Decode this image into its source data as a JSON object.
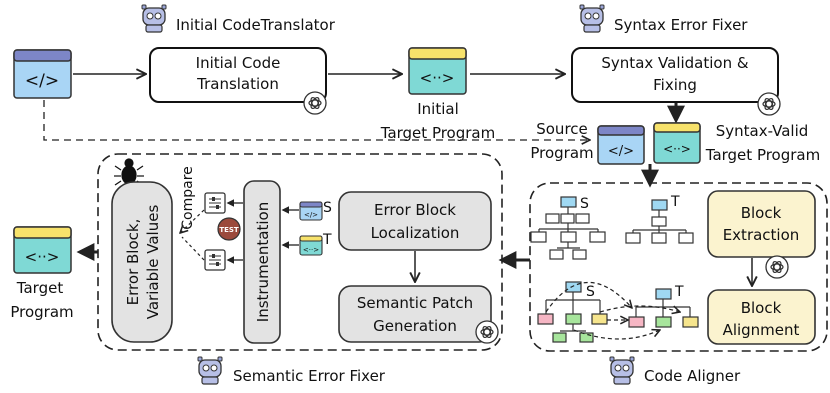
{
  "agents": {
    "initial_translator": "Initial CodeTranslator",
    "syntax_fixer": "Syntax Error Fixer",
    "semantic_fixer": "Semantic Error Fixer",
    "code_aligner": "Code Aligner"
  },
  "boxes": {
    "initial_translation": [
      "Initial Code",
      "Translation"
    ],
    "syntax_validation": [
      "Syntax Validation &",
      "Fixing"
    ],
    "error_localization": [
      "Error Block",
      "Localization"
    ],
    "patch_generation": [
      "Semantic Patch",
      "Generation"
    ],
    "block_extraction": [
      "Block",
      "Extraction"
    ],
    "block_alignment": [
      "Block",
      "Alignment"
    ],
    "instrumentation": "Instrumentation",
    "error_values": [
      "Error Block,",
      "Variable Values"
    ]
  },
  "labels": {
    "initial_target": [
      "Initial",
      "Target Program"
    ],
    "source_program": [
      "Source",
      "Program"
    ],
    "syntax_valid": [
      "Syntax-Valid",
      "Target Program"
    ],
    "target_program": [
      "Target",
      "Program"
    ],
    "compare": "Compare",
    "test": "TEST",
    "tree_s": "S",
    "tree_t": "T",
    "small_s": "S",
    "small_t": "T"
  },
  "icons": {
    "source_code": "</>",
    "target_code": "<··>"
  },
  "colors": {
    "source_blue": "#a9d5f5",
    "source_bar": "#7d86c7",
    "target_teal": "#7fd9d5",
    "target_bar": "#f7e26b",
    "box_grey": "#e3e3e3",
    "box_cream": "#fbf3cf",
    "node_pink": "#f6b6c4",
    "node_green": "#a7e59c",
    "node_yellow": "#f6e58d",
    "node_blue": "#9fd8f2",
    "test_badge": "#9b4a3c"
  }
}
